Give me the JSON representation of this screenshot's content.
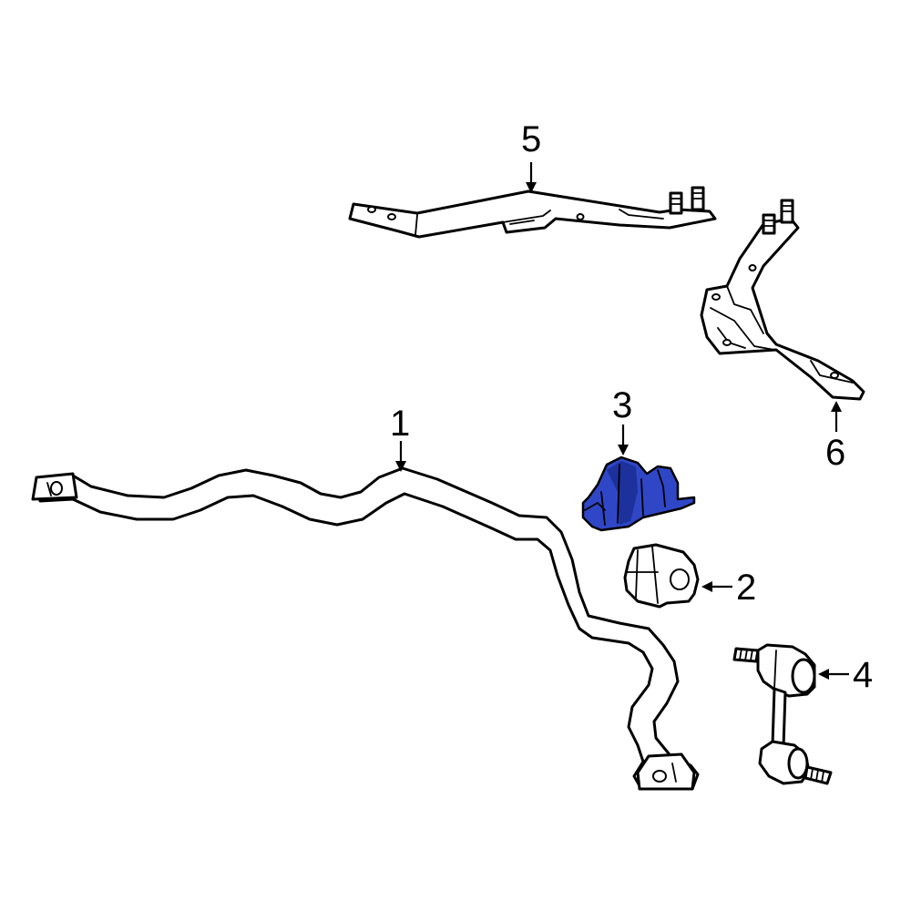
{
  "colors": {
    "highlight": "#2f47c6",
    "highlight_dark": "#0f1f7a",
    "line": "#000000",
    "background": "#ffffff"
  },
  "callouts": {
    "c1": "1",
    "c2": "2",
    "c3": "3",
    "c4": "4",
    "c5": "5",
    "c6": "6"
  }
}
